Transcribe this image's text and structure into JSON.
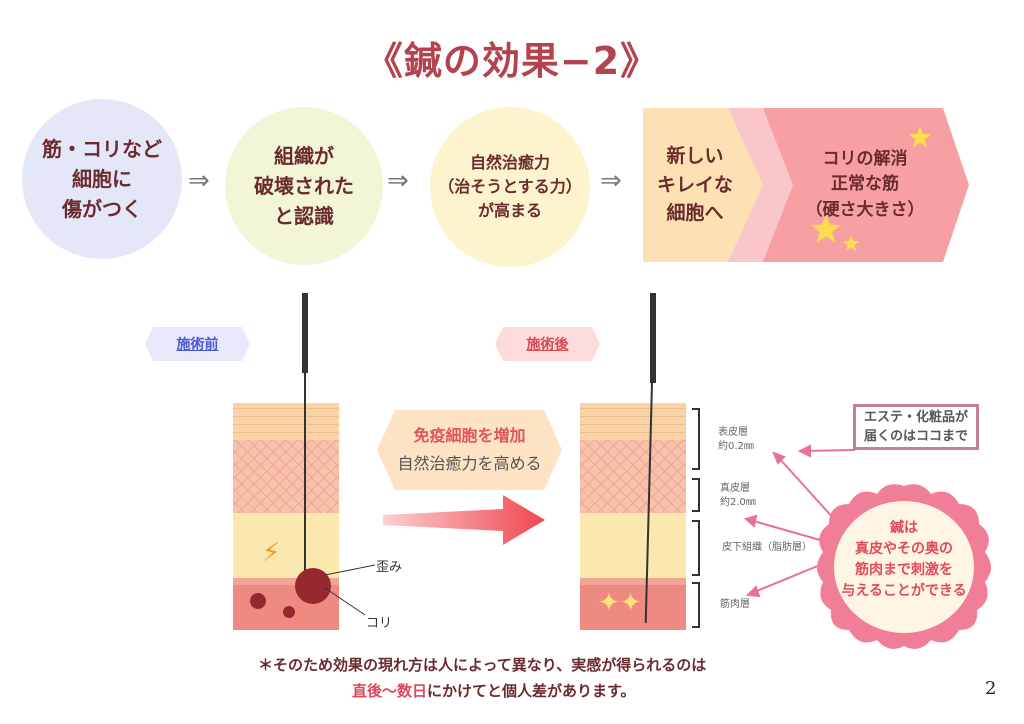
{
  "title": "《鍼の効果−2》",
  "flow": {
    "step1": "筋・コリなど\n細胞に\n傷がつく",
    "step2": "組織が\n破壊された\nと認識",
    "step3": "自然治癒力\n（治そうとする力）\nが高まる",
    "step4": "新しい\nキレイな\n細胞へ",
    "step5": "コリの解消\n正常な筋\n（硬さ大きさ）",
    "arrow": "⇒"
  },
  "before_label": "施術前",
  "after_label": "施術後",
  "center_box": {
    "line1": "免疫細胞を増加",
    "line2": "自然治癒力を高める"
  },
  "before_annotations": {
    "distortion": "歪み",
    "knot": "コリ"
  },
  "layers": {
    "epidermis": "表皮層\n約0.2㎜",
    "dermis": "真皮層\n約2.0㎜",
    "subcutaneous": "皮下組織（脂肪層）",
    "muscle": "筋肉層"
  },
  "esthe_box": "エステ・化粧品が\n届くのはココまで",
  "badge": "鍼は\n真皮やその奥の\n筋肉まで刺激を\n与えることができる",
  "footnote": {
    "line1": "＊そのため効果の現れ方は人によって異なり、実感が得られるのは",
    "line2_red": "直後〜数日",
    "line2_rest": "にかけてと個人差があります。"
  },
  "page_number": "2"
}
